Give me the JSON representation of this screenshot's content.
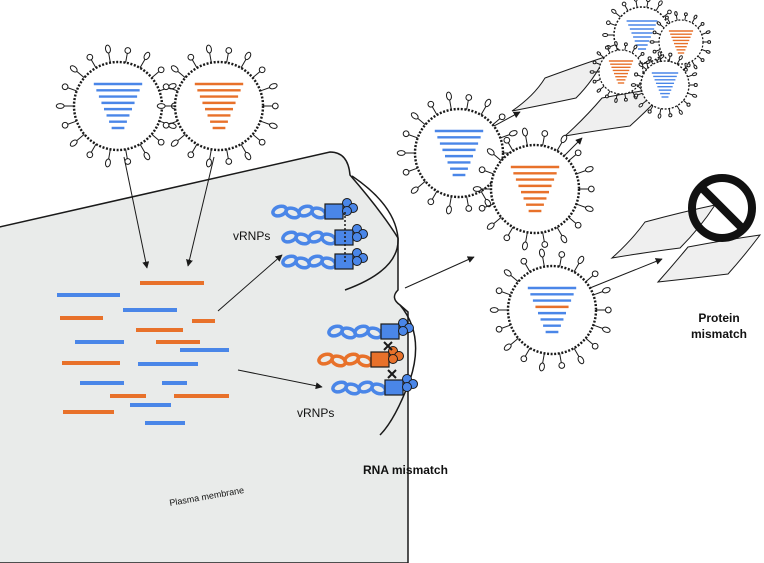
{
  "labels": {
    "vrnps_top": "vRNPs",
    "vrnps_bottom": "vRNPs",
    "plasma_membrane": "Plasma membrane",
    "rna_mismatch": "RNA mismatch",
    "protein_mismatch_line1": "Protein",
    "protein_mismatch_line2": "mismatch"
  },
  "colors": {
    "blue": "#4a86e8",
    "orange": "#e8712a",
    "cell_fill": "#e9ebea",
    "outline": "#1a1a1a",
    "crystal_fill": "#efefef"
  },
  "icons": {
    "prohibition": "prohibition-icon",
    "arrow": "arrow-icon"
  }
}
